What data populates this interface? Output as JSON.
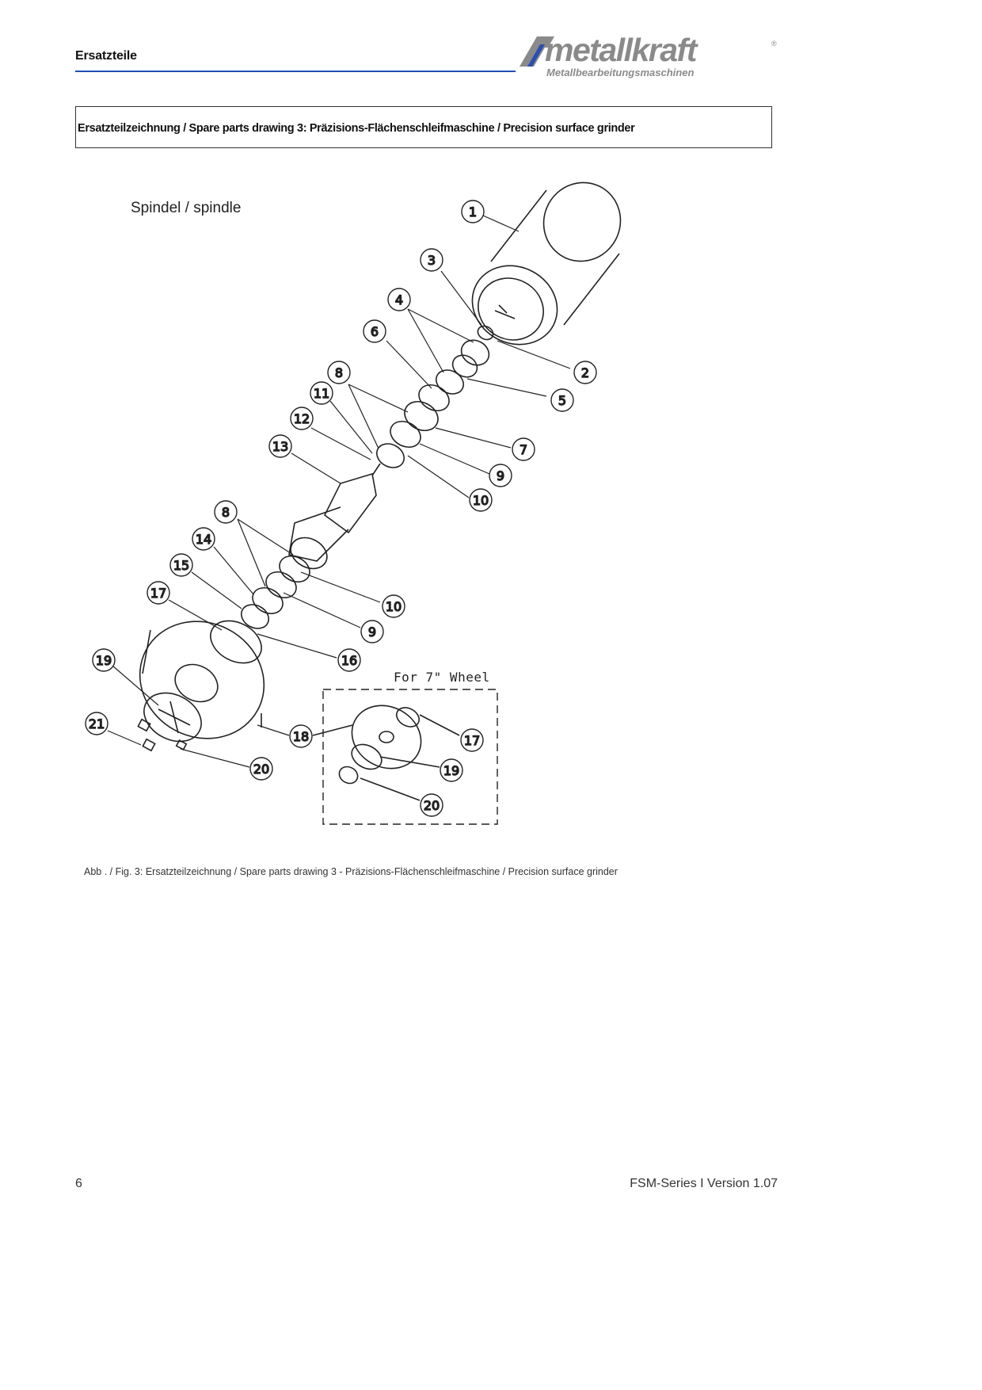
{
  "header": {
    "section_title": "Ersatzteile",
    "logo_text": "metallkraft",
    "logo_subtitle": "Metallbearbeitungsmaschinen",
    "logo_registered": "®"
  },
  "title_box": {
    "text": "Ersatzteilzeichnung  / Spare parts drawing 3: Präzisions-Flächenschleifmaschine / Precision surface grinder"
  },
  "drawing": {
    "label": "Spindel / spindle",
    "inset_label": "For  7\"  Wheel",
    "callouts": [
      "1",
      "3",
      "4",
      "6",
      "8",
      "11",
      "12",
      "13",
      "2",
      "5",
      "7",
      "9",
      "10",
      "8",
      "14",
      "15",
      "17",
      "10",
      "9",
      "16",
      "19",
      "21",
      "18",
      "20",
      "17",
      "19",
      "20"
    ]
  },
  "caption": "Abb . / Fig. 3: Ersatzteilzeichnung / Spare parts drawing  3 - Präzisions-Flächenschleifmaschine / Precision surface grinder",
  "footer": {
    "page_number": "6",
    "version": "FSM-Series I Version 1.07"
  },
  "colors": {
    "header_rule": "#1f4db5",
    "logo_gray": "#8a8a8a"
  }
}
